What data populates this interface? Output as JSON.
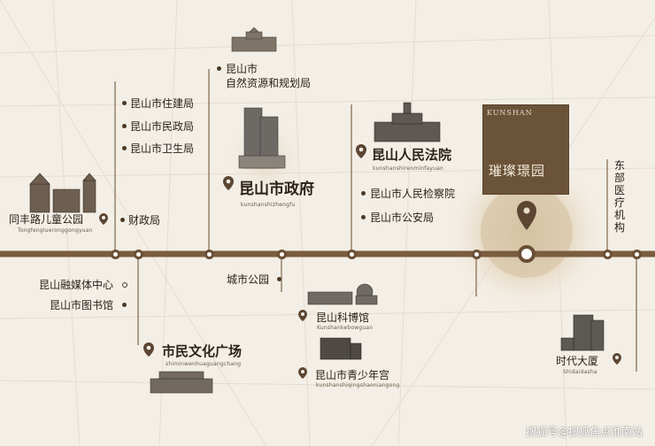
{
  "colors": {
    "road": "#7a5c3e",
    "accent": "#6b5339",
    "pin": "#5c4632",
    "text": "#2b2118",
    "background": "#f3efe7"
  },
  "icons": [
    "map-pin-icon",
    "building-icon",
    "dot-marker-icon"
  ],
  "labels": {
    "ziranziyuan_1": "昆山市",
    "ziranziyuan_2": "自然资源和规划局",
    "zhujianju": "昆山市住建局",
    "minzhengju": "昆山市民政局",
    "weishengju": "昆山市卫生局",
    "zhengfu": "昆山市政府",
    "zhengfu_pinyin": "kunshanshizhengfu",
    "fayuan": "昆山人民法院",
    "fayuan_pinyin": "kunshanshirenminfayuan",
    "jianchayuan": "昆山市人民检察院",
    "gonganju": "昆山市公安局",
    "project_en": "KUNSHAN",
    "project_cn": "璀璨璟园",
    "dongbu": "东部医疗机构",
    "tongfeng": "同丰路儿童公园",
    "tongfeng_pinyin": "Tongfenglueronggongyuan",
    "caizhengju": "财政局",
    "rongmeiti": "昆山融媒体中心",
    "tushuguan": "昆山市图书馆",
    "chengshigongyuan": "城市公园",
    "kebo": "昆山科博馆",
    "kebo_pinyin": "Kunshankebowguan",
    "wenhua": "市民文化广场",
    "wenhua_pinyin": "shiminwenhuaguangchang",
    "qingshaonian": "昆山市青少年宫",
    "qingshaonian_pinyin": "kunshanshiqingshaoniangong",
    "shidai": "时代大厦",
    "shidai_pinyin": "Shidaidasha"
  },
  "watermark": "搜狐号@搜狐焦点淮南站"
}
